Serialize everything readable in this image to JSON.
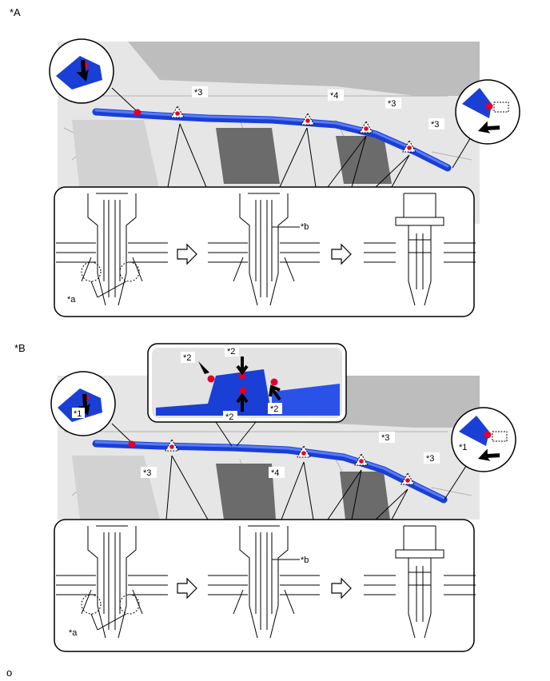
{
  "sections": [
    {
      "id": "A",
      "title": "*A",
      "labels": {
        "three_1": "*3",
        "four": "*4",
        "three_2": "*3",
        "three_3": "*3",
        "a": "*a",
        "b": "*b"
      }
    },
    {
      "id": "B",
      "title": "*B",
      "labels": {
        "one_left": "*1",
        "one_right": "*1",
        "two_tl": "*2",
        "two_tm": "*2",
        "two_bl": "*2",
        "two_br": "*2",
        "three_1": "*3",
        "four": "*4",
        "three_2": "*3",
        "three_3": "*3",
        "a": "*a",
        "b": "*b"
      }
    }
  ],
  "footer": "o",
  "colors": {
    "airbag": "#1a3fd6",
    "clip": "#e0002a",
    "photo_bg": "#e6e6e6"
  }
}
